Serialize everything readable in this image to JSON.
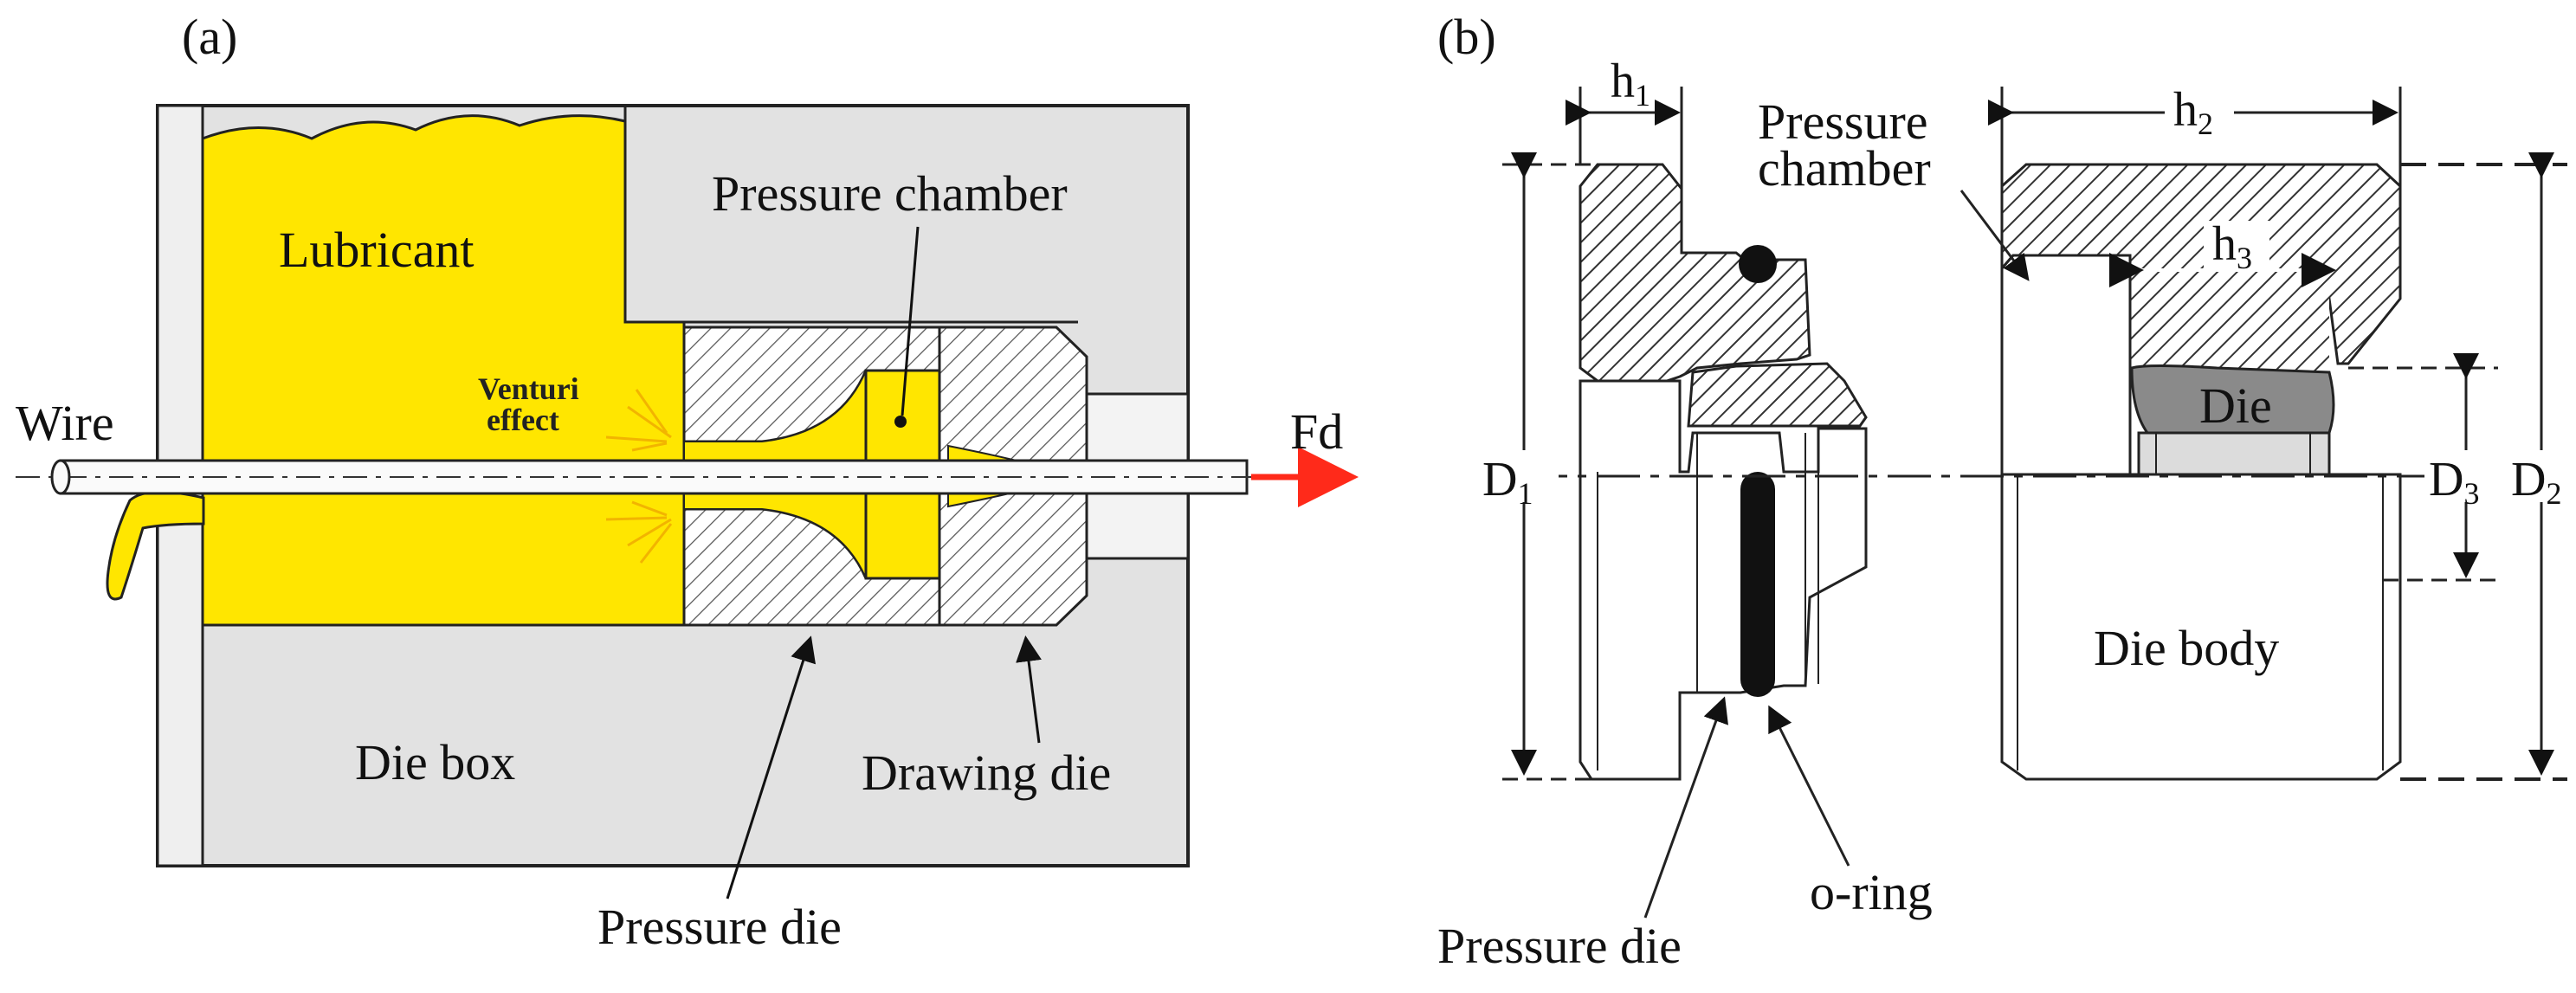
{
  "panel_a": {
    "label": "(a)",
    "lubricant": "Lubricant",
    "pressure_chamber": "Pressure chamber",
    "venturi_line1": "Venturi",
    "venturi_line2": "effect",
    "wire": "Wire",
    "fd": "Fd",
    "die_box": "Die box",
    "drawing_die": "Drawing die",
    "pressure_die": "Pressure die"
  },
  "panel_b": {
    "label": "(b)",
    "h1": "h",
    "h1_sub": "1",
    "h2": "h",
    "h2_sub": "2",
    "h3": "h",
    "h3_sub": "3",
    "pressure_chamber_line1": "Pressure",
    "pressure_chamber_line2": "chamber",
    "die": "Die",
    "d1": "D",
    "d1_sub": "1",
    "d2": "D",
    "d2_sub": "2",
    "d3": "D",
    "d3_sub": "3",
    "die_body": "Die body",
    "o_ring": "o-ring",
    "pressure_die": "Pressure die"
  },
  "colors": {
    "lubricant": "#ffe600",
    "die_box": "#e2e2e2",
    "die_dark": "#8a8a8a",
    "arrow": "#ff2a1a"
  }
}
